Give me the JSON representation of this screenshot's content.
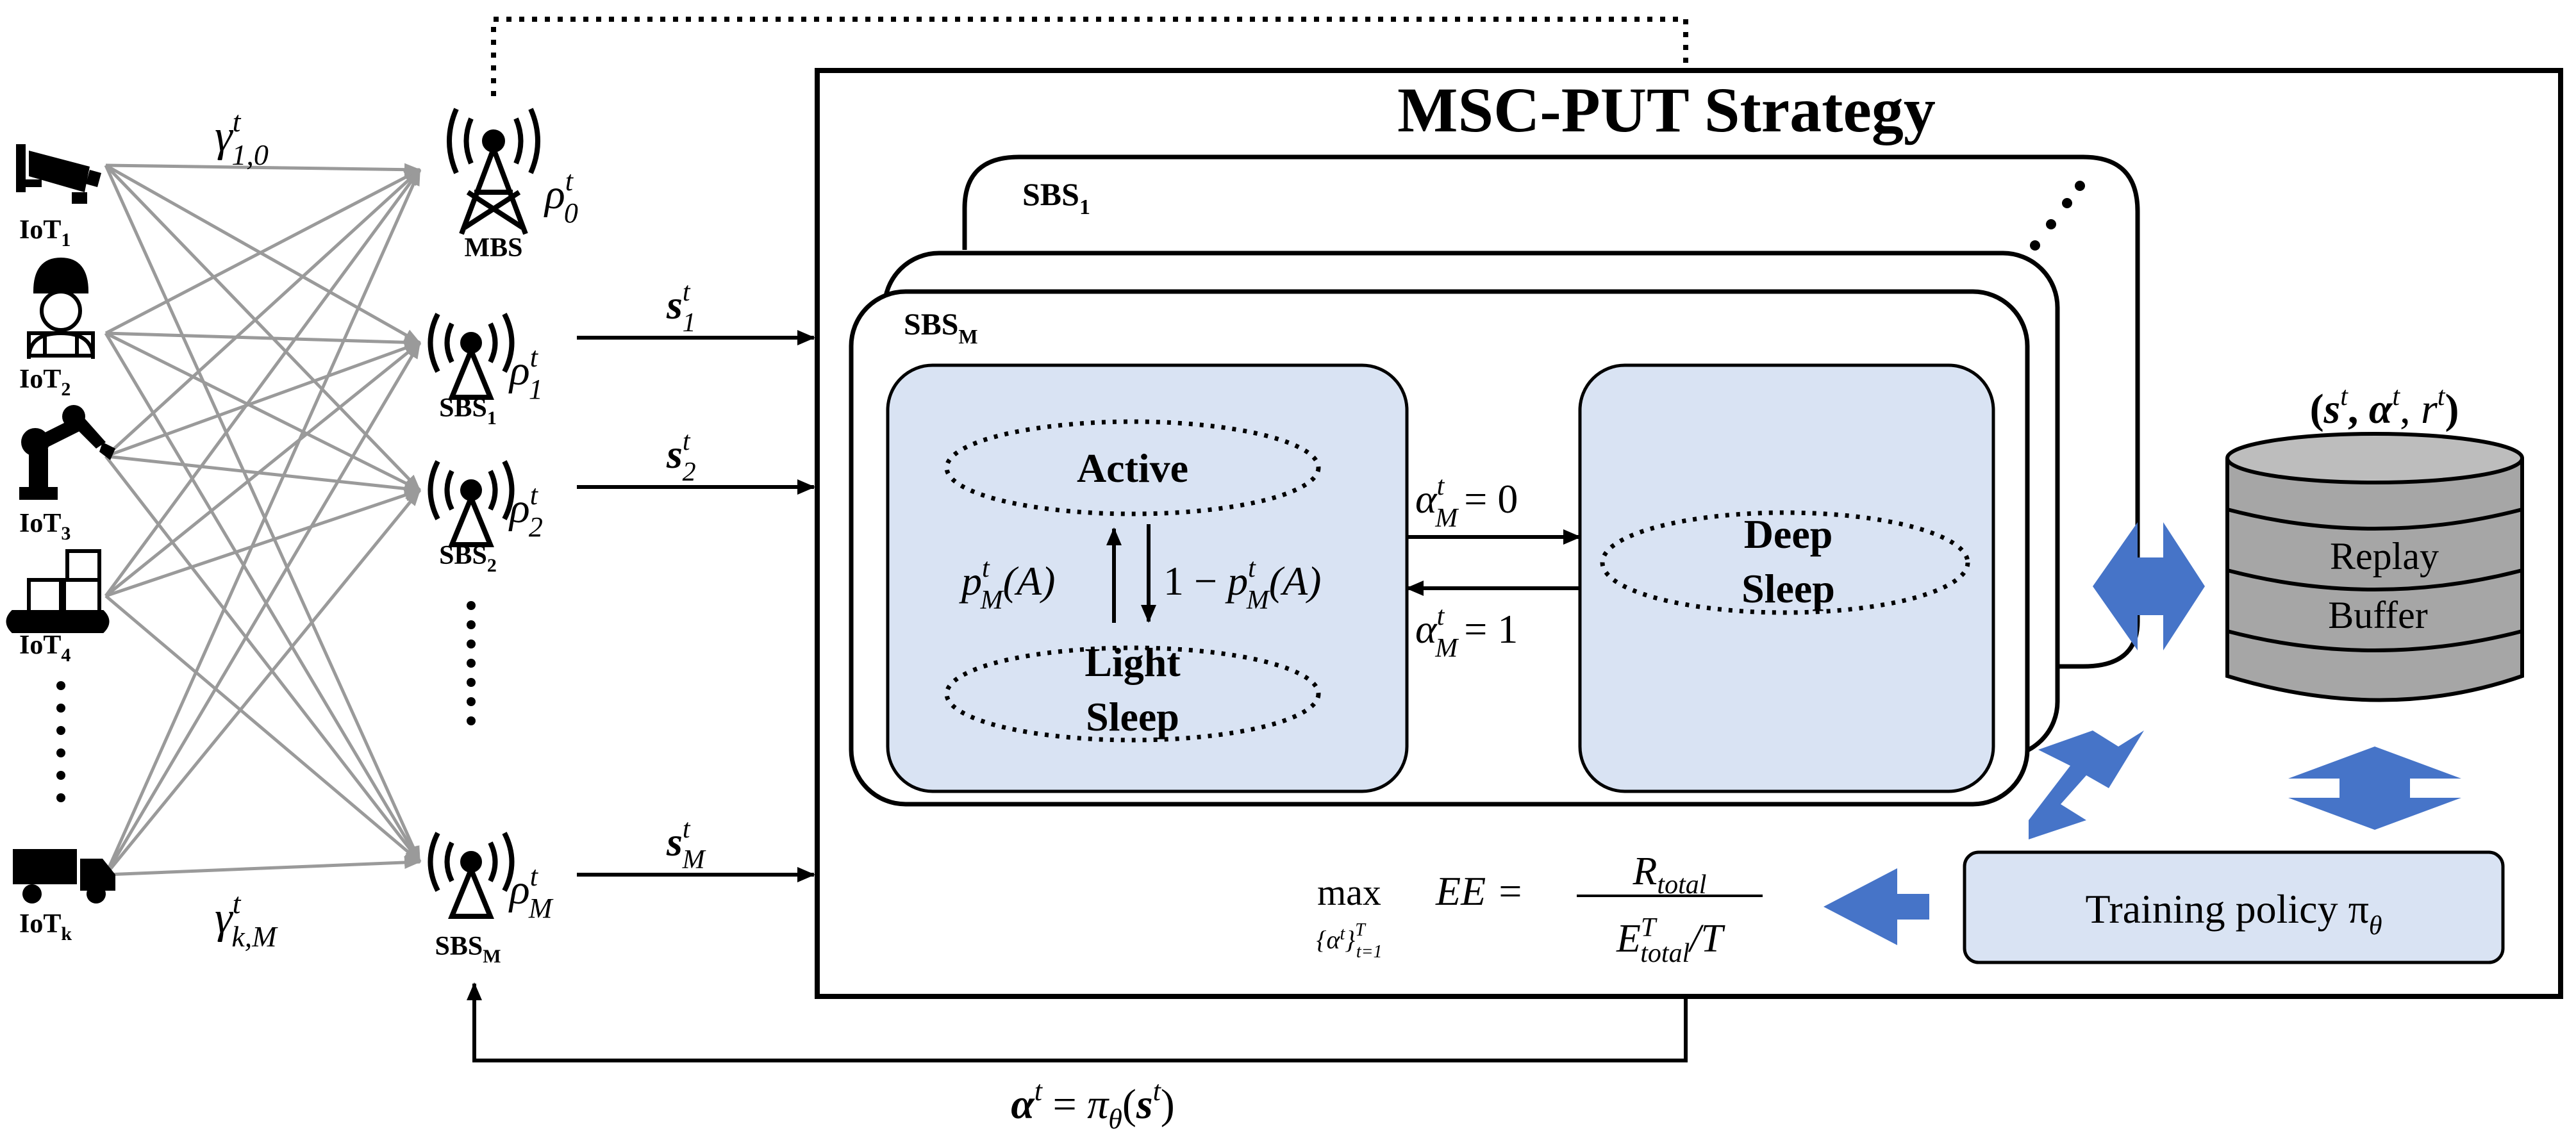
{
  "title": "MSC-PUT Strategy",
  "iot_devices": [
    {
      "name": "IoT",
      "sub": "1",
      "icon": "cctv-camera-icon"
    },
    {
      "name": "IoT",
      "sub": "2",
      "icon": "worker-icon"
    },
    {
      "name": "IoT",
      "sub": "3",
      "icon": "robot-arm-icon"
    },
    {
      "name": "IoT",
      "sub": "4",
      "icon": "conveyor-icon"
    },
    {
      "name": "IoT",
      "sub": "k",
      "icon": "truck-icon"
    }
  ],
  "gamma_top": {
    "base": "γ",
    "sup": "t",
    "sub": "1,0"
  },
  "gamma_bottom": {
    "base": "γ",
    "sup": "t",
    "sub": "k,M"
  },
  "base_stations": [
    {
      "name": "MBS",
      "sub": "",
      "rho_sub": "0"
    },
    {
      "name": "SBS",
      "sub": "1",
      "rho_sub": "1"
    },
    {
      "name": "SBS",
      "sub": "2",
      "rho_sub": "2"
    },
    {
      "name": "SBS",
      "sub": "M",
      "rho_sub": "M"
    }
  ],
  "rho_symbol": "ρ",
  "state_arrows": [
    {
      "base": "s",
      "sup": "t",
      "sub": "1"
    },
    {
      "base": "s",
      "sup": "t",
      "sub": "2"
    },
    {
      "base": "s",
      "sup": "t",
      "sub": "M"
    }
  ],
  "sbs_cards": [
    {
      "name": "SBS",
      "sub": "1"
    },
    {
      "name": "SBS",
      "sub": "M"
    }
  ],
  "states": {
    "active": "Active",
    "light_sleep_1": "Light",
    "light_sleep_2": "Sleep",
    "deep_sleep_1": "Deep",
    "deep_sleep_2": "Sleep"
  },
  "transitions": {
    "p_left": {
      "base": "p",
      "sup": "t",
      "sub": "M",
      "arg": "(A)"
    },
    "p_right_prefix": "1 − ",
    "alpha_top": {
      "base": "α",
      "sup": "t",
      "sub": "M",
      "rhs": "= 0"
    },
    "alpha_bottom": {
      "base": "α",
      "sup": "t",
      "sub": "M",
      "rhs": "= 1"
    }
  },
  "replay_tuple": "(s^t, α^t, r^t)",
  "replay_label_1": "Replay",
  "replay_label_2": "Buffer",
  "training_policy": "Training policy π",
  "training_policy_sub": "θ",
  "objective": {
    "max": "max",
    "max_sub": "{α^t}_{t=1}^T",
    "lhs": "EE =",
    "numerator": "R_total",
    "denominator": "E^T_total/T"
  },
  "feedback": "α^t = π_θ(s^t)",
  "colors": {
    "state_fill": "#d9e3f3",
    "blue_arrow": "#4674c8",
    "mesh_line": "#9a9a9a",
    "cylinder_fill": "#a6a6a6"
  }
}
